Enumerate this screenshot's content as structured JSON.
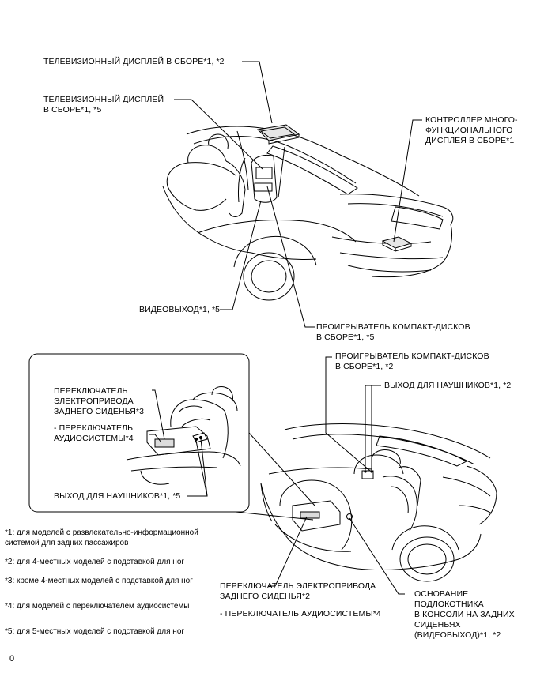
{
  "labels": {
    "tv_display_1": "ТЕЛЕВИЗИОННЫЙ ДИСПЛЕЙ В СБОРЕ*1, *2",
    "tv_display_2_line1": "ТЕЛЕВИЗИОННЫЙ ДИСПЛЕЙ",
    "tv_display_2_line2": "В СБОРЕ*1, *5",
    "controller_line1": "КОНТРОЛЛЕР МНОГО-",
    "controller_line2": "ФУНКЦИОНАЛЬНОГО",
    "controller_line3": "ДИСПЛЕЯ В СБОРЕ*1",
    "video_out": "ВИДЕОВЫХОД*1, *5",
    "cd_player_1_line1": "ПРОИГРЫВАТЕЛЬ КОМПАКТ-ДИСКОВ",
    "cd_player_1_line2": "В СБОРЕ*1, *5",
    "cd_player_2_line1": "ПРОИГРЫВАТЕЛЬ КОМПАКТ-ДИСКОВ",
    "cd_player_2_line2": "В СБОРЕ*1, *2",
    "headphones_2": "ВЫХОД ДЛЯ НАУШНИКОВ*1, *2",
    "seat_switch_inset_line1": "ПЕРЕКЛЮЧАТЕЛЬ",
    "seat_switch_inset_line2": "ЭЛЕКТРОПРИВОДА",
    "seat_switch_inset_line3": "ЗАДНЕГО СИДЕНЬЯ*3",
    "audio_switch_inset_line1": "- ПЕРЕКЛЮЧАТЕЛЬ",
    "audio_switch_inset_line2": "АУДИОСИСТЕМЫ*4",
    "headphones_inset": "ВЫХОД ДЛЯ НАУШНИКОВ*1, *5",
    "seat_switch_main_line1": "ПЕРЕКЛЮЧАТЕЛЬ ЭЛЕКТРОПРИВОДА",
    "seat_switch_main_line2": "ЗАДНЕГО СИДЕНЬЯ*2",
    "audio_switch_main": "- ПЕРЕКЛЮЧАТЕЛЬ АУДИОСИСТЕМЫ*4",
    "armrest_line1": "ОСНОВАНИЕ",
    "armrest_line2": "ПОДЛОКОТНИКА",
    "armrest_line3": "В КОНСОЛИ НА ЗАДНИХ",
    "armrest_line4": "СИДЕНЬЯХ",
    "armrest_line5": "(ВИДЕОВЫХОД)*1, *2"
  },
  "footnotes": {
    "n1_line1": "*1: для моделей с развлекательно-информационной",
    "n1_line2": "системой для задних пассажиров",
    "n2": "*2: для 4-местных моделей с подставкой для ног",
    "n3": "*3: кроме 4-местных моделей с подставкой для ног",
    "n4": "*4: для моделей с переключателем аудиосистемы",
    "n5": "*5: для 5-местных моделей с подставкой для ног"
  },
  "page_number": "0"
}
